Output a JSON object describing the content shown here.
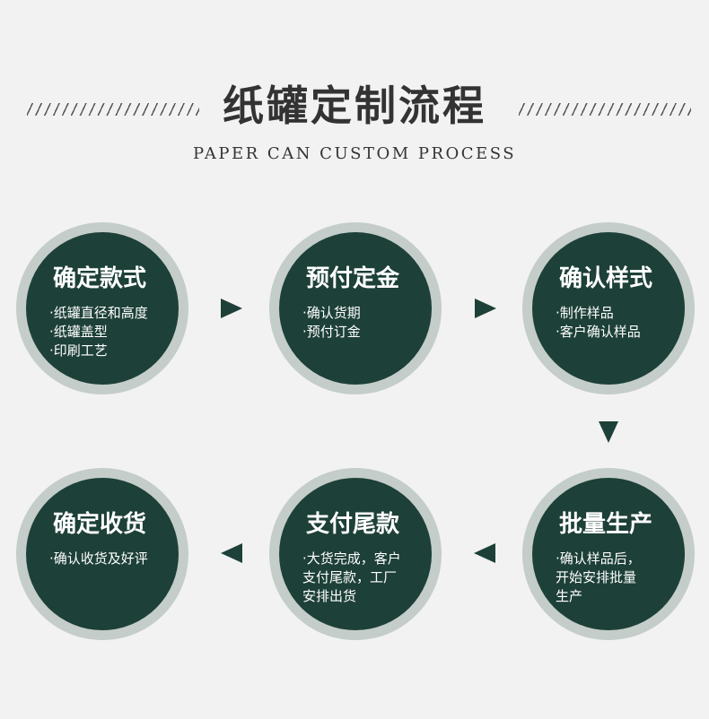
{
  "header": {
    "title": "纸罐定制流程",
    "subtitle": "PAPER CAN CUSTOM PROCESS"
  },
  "steps": [
    {
      "title": "确定款式",
      "items": [
        "·纸罐直径和高度",
        "·纸罐盖型",
        "·印刷工艺"
      ]
    },
    {
      "title": "预付定金",
      "items": [
        "·确认货期",
        "·预付订金"
      ]
    },
    {
      "title": "确认样式",
      "items": [
        "·制作样品",
        "·客户确认样品"
      ]
    },
    {
      "title": "批量生产",
      "items": [
        "·确认样品后，",
        "开始安排批量",
        "生产"
      ]
    },
    {
      "title": "支付尾款",
      "items": [
        "·大货完成，客户",
        "支付尾款，工厂",
        "安排出货"
      ]
    },
    {
      "title": "确定收货",
      "items": [
        "·确认收货及好评"
      ]
    }
  ],
  "colors": {
    "background": "#f2f2f2",
    "circle_fill": "#1d4038",
    "circle_ring": "#c4cdc9",
    "arrow": "#1d4038",
    "heading_text": "#333333"
  }
}
